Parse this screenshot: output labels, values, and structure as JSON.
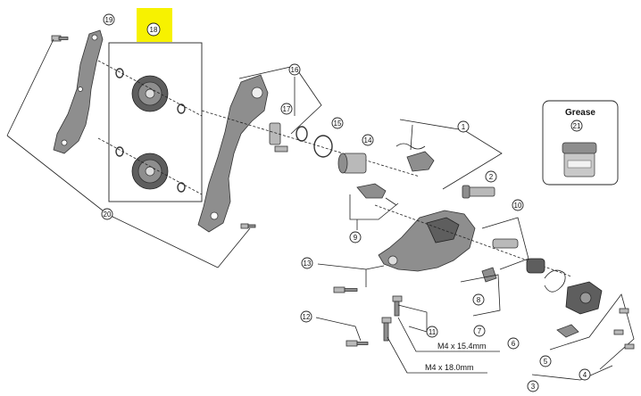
{
  "callouts": {
    "c1": "1",
    "c2": "2",
    "c3": "3",
    "c4": "4",
    "c5": "5",
    "c6": "6",
    "c7": "7",
    "c8": "8",
    "c9": "9",
    "c10": "10",
    "c11": "11",
    "c12": "12",
    "c13": "13",
    "c14": "14",
    "c15": "15",
    "c16": "16",
    "c17": "17",
    "c18": "18",
    "c19": "19",
    "c20": "20",
    "c21": "21"
  },
  "grease_box": {
    "title": "Grease"
  },
  "bolts": {
    "bolt_a": "M4 x 15.4mm",
    "bolt_b": "M4 x 18.0mm"
  },
  "colors": {
    "highlight": "#f7f200",
    "part_gray": "#8e8e8e"
  }
}
